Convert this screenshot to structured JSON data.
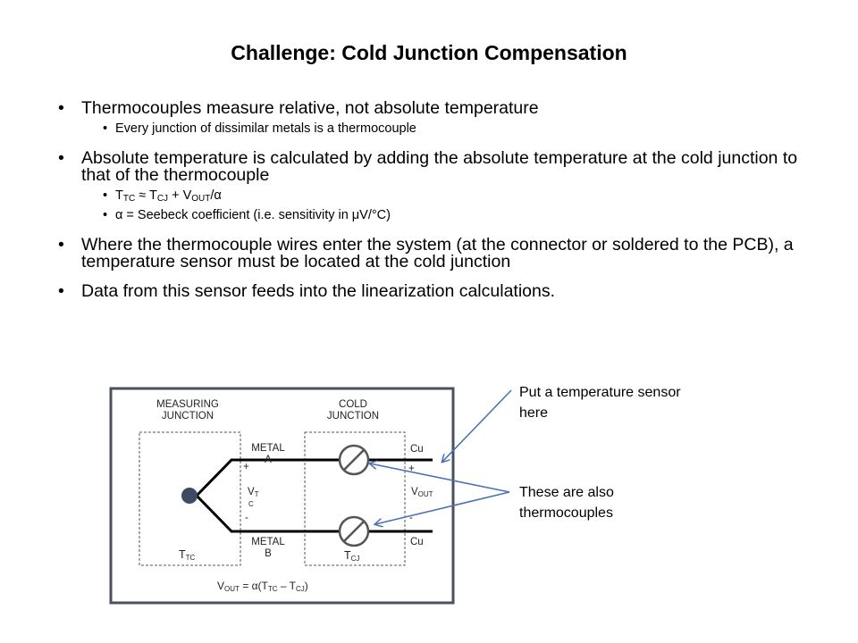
{
  "slide": {
    "title": "Challenge: Cold Junction Compensation",
    "bullets": [
      {
        "text": "Thermocouples measure relative, not absolute temperature",
        "sub": [
          "Every junction of dissimilar metals is a thermocouple"
        ]
      },
      {
        "text": "Absolute temperature is calculated by adding the absolute temperature at the cold junction to that of the thermocouple",
        "formula": {
          "T": "T",
          "TC": "TC",
          "approx": " ≈ ",
          "CJ": "CJ",
          "plus": " + V",
          "OUT": "OUT",
          "div": "/α"
        },
        "alpha_def": "α = Seebeck coefficient (i.e. sensitivity in μV/°C)"
      },
      {
        "text": "Where the thermocouple wires enter the system (at the connector or soldered to the PCB), a temperature sensor must be located at the cold junction"
      },
      {
        "text": "Data from this sensor feeds into the linearization calculations."
      }
    ],
    "bullet_glyph": "•"
  },
  "diagram": {
    "measuring_junction_label": [
      "MEASURING",
      "JUNCTION"
    ],
    "cold_junction_label": [
      "COLD",
      "JUNCTION"
    ],
    "metal_a": [
      "METAL",
      "A"
    ],
    "metal_b": [
      "METAL",
      "B"
    ],
    "cu_top": "Cu",
    "cu_bottom": "Cu",
    "plus": "+",
    "minus": "-",
    "vtc_main": "V",
    "vtc_sub1": "T",
    "vtc_sub2": "C",
    "vout_main": "V",
    "vout_sub": "OUT",
    "ttc_main": "T",
    "ttc_sub": "TC",
    "tcj_main": "T",
    "tcj_sub": "CJ",
    "equation": {
      "v": "V",
      "out": "OUT",
      "eq": " = α(T",
      "tc": "TC",
      "minus": " – T",
      "cj": "CJ",
      "close": ")"
    },
    "colors": {
      "border": "#4a5060",
      "node": "#3f4b63",
      "arrow": "#4a72b0",
      "wire": "#000000",
      "sensor": "#555555"
    }
  },
  "callouts": {
    "sensor_note": [
      "Put a temperature sensor",
      "here"
    ],
    "thermocouple_note": [
      "These are also",
      "thermocouples"
    ]
  }
}
